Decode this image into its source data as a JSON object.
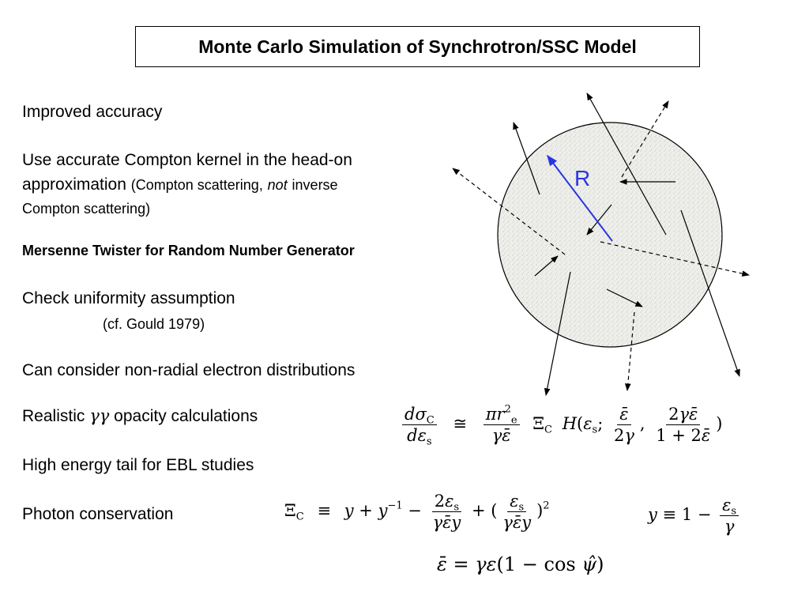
{
  "title": "Monte Carlo Simulation of Synchrotron/SSC Model",
  "bullets": {
    "improved_accuracy": "Improved accuracy",
    "compton_line1": "Use accurate Compton kernel in the head-on",
    "compton_line2_main": "approximation",
    "compton_line2_paren_pre": "(Compton scattering,",
    "compton_line2_not": "not",
    "compton_line2_paren_post": "inverse",
    "compton_line3": "Compton scattering)",
    "mersenne": "Mersenne Twister for Random Number Generator",
    "uniformity": "Check uniformity assumption",
    "gould": "(cf. Gould 1979)",
    "non_radial": "Can consider non-radial electron distributions",
    "realistic_pre": "Realistic",
    "realistic_gg": "γγ",
    "realistic_post": "opacity calculations",
    "high_energy": "High energy tail for EBL studies",
    "photon_conservation": "Photon conservation"
  },
  "diagram": {
    "radius_label": "R",
    "radius_color": "#2a35e0"
  },
  "equations": {
    "cross_section": "dσ_C/dε_s ≅ (π r_e²)/(γ ε̄) Ξ_C H(ε_s; ε̄/(2γ), 2γε̄/(1+2ε̄))",
    "xi": "Ξ_C ≡ y + y⁻¹ − 2ε_s/(γ ε̄ y) + (ε_s/(γ ε̄ y))²",
    "y_def": "y ≡ 1 − ε_s/γ",
    "eps_bar": "ε̄ = γε(1 − cos ψ̂)"
  }
}
